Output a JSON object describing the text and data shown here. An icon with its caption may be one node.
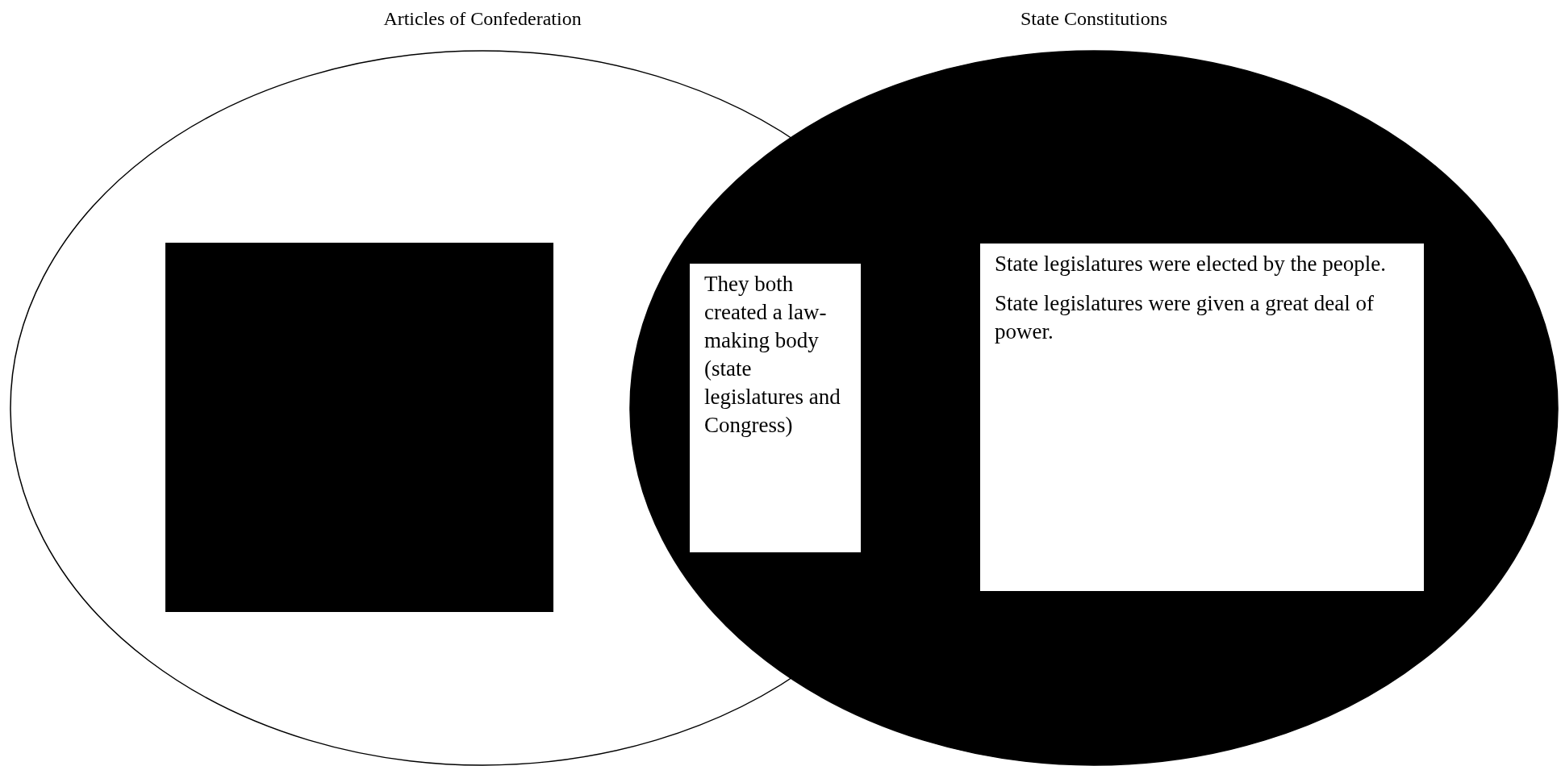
{
  "diagram": {
    "nodes": [
      {
        "text": [
          "Articles of Confederation"
        ]
      },
      {
        "text": [],
        "shape": "box",
        "in": 0
      },
      {
        "text": [
          "State Constitutions"
        ]
      },
      {
        "text": [
          "They both created a law-making body (state legislatures and Congress)"
        ]
      },
      {
        "text": [
          "State legislatures were elected by the people.",
          "State legislatures were given a great deal of power."
        ],
        "in": 2
      }
    ]
  }
}
